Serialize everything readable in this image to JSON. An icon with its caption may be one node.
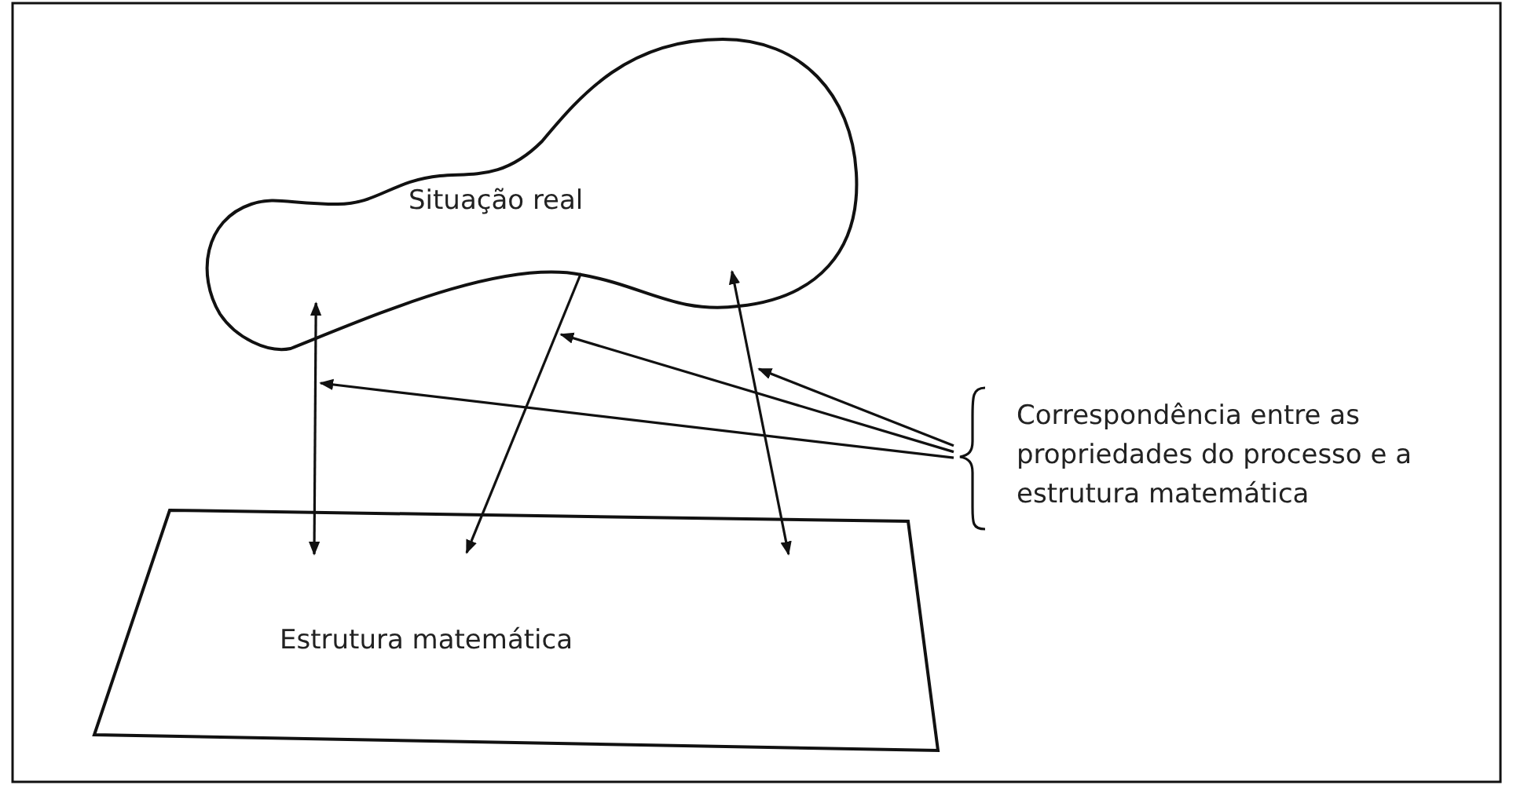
{
  "diagram": {
    "nodes": [
      {
        "text": [
          "Situação real"
        ]
      },
      {
        "text": [
          "Estrutura matemática"
        ]
      },
      {
        "text": [
          "Correspondência entre as propriedades do processo e a estrutura matemática"
        ]
      }
    ],
    "edges": [
      {
        "from": 0,
        "to": 1,
        "arrow": "both"
      },
      {
        "from": 0,
        "to": 1,
        "arrow": "to"
      },
      {
        "from": 0,
        "to": 1,
        "arrow": "both"
      },
      {
        "from": 2,
        "to": null,
        "arrow": "to"
      },
      {
        "from": 2,
        "to": null,
        "arrow": "to"
      },
      {
        "from": 2,
        "to": null,
        "arrow": "to"
      }
    ]
  }
}
